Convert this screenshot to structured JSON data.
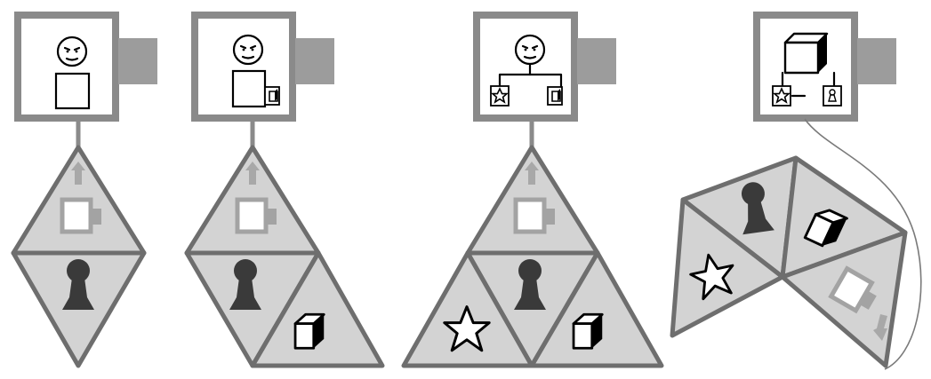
{
  "panels": [
    {
      "id": "one",
      "monitor_icons": [
        "face",
        "body"
      ],
      "tiles": [
        "screen",
        "keyhole"
      ]
    },
    {
      "id": "two",
      "monitor_icons": [
        "face",
        "body",
        "cube"
      ],
      "tiles": [
        "screen",
        "keyhole",
        "cube"
      ]
    },
    {
      "id": "three",
      "monitor_icons": [
        "face",
        "star",
        "cube"
      ],
      "tiles": [
        "screen",
        "keyhole",
        "star",
        "cube"
      ]
    },
    {
      "id": "four",
      "monitor_icons": [
        "cube-large",
        "star",
        "pawn"
      ],
      "tiles": [
        "keyhole",
        "cube",
        "star",
        "screen"
      ]
    }
  ],
  "colors": {
    "frame": "#8a8a8a",
    "tab": "#9c9c9c",
    "tile_fill": "#d3d3d3",
    "tile_edge": "#6e6e6e",
    "keyhole": "#3a3a3a"
  }
}
